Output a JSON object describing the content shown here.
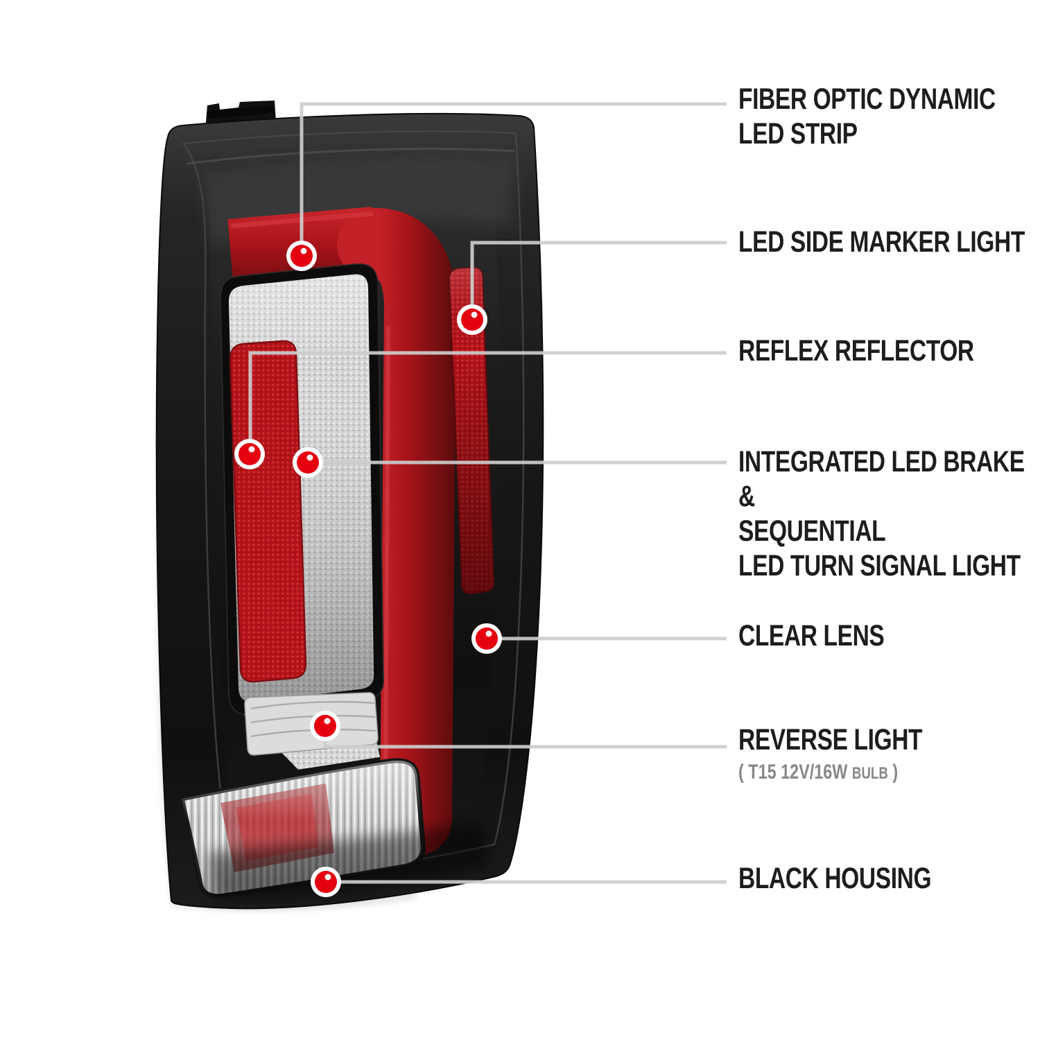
{
  "page": {
    "background": "#ffffff",
    "description": "Automotive LED tail light feature callout diagram"
  },
  "marker": {
    "name": "red-callout-dot",
    "dot_color": "#e50010",
    "ring_color": "#ffffff",
    "line_color": "#cdcdcd"
  },
  "callouts": [
    {
      "id": "fiber-optic-led-strip",
      "lines": [
        "FIBER OPTIC DYNAMIC",
        "LED STRIP"
      ]
    },
    {
      "id": "led-side-marker-light",
      "lines": [
        "LED SIDE MARKER LIGHT"
      ]
    },
    {
      "id": "reflex-reflector",
      "lines": [
        "REFLEX REFLECTOR"
      ]
    },
    {
      "id": "integrated-led-brake-sequential-turn",
      "lines": [
        "INTEGRATED LED BRAKE",
        "&",
        "SEQUENTIAL",
        "LED TURN SIGNAL LIGHT"
      ]
    },
    {
      "id": "clear-lens",
      "lines": [
        "CLEAR LENS"
      ]
    },
    {
      "id": "reverse-light",
      "lines": [
        "REVERSE LIGHT"
      ],
      "sub": {
        "prefix": "( T15  12V/16W",
        "bulb": "BULB",
        "suffix": ")"
      }
    },
    {
      "id": "black-housing",
      "lines": [
        "BLACK HOUSING"
      ]
    }
  ],
  "artwork": {
    "subject": "LED tail light, rear driver side",
    "features_shown": [
      "black housing",
      "red C-shaped LED tube",
      "red reflex reflector",
      "chrome LED brake/turn strip",
      "red side marker strip",
      "clear reverse lens"
    ],
    "colors": {
      "housing_black": "#171717",
      "tube_red": "#a81419",
      "reflector_red": "#b5141a",
      "chrome": "#d3d3d3",
      "lens_gray": "#c9c9c9"
    }
  }
}
